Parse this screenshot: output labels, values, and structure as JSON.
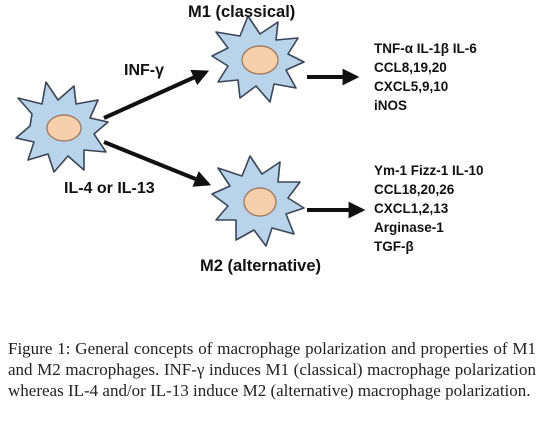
{
  "diagram": {
    "m1_title": "M1 (classical)",
    "m2_title": "M2 (alternative)",
    "inf_label": "INF-γ",
    "il4_label": "IL-4 or IL-13",
    "m1_products": [
      "TNF-α  IL-1β IL-6",
      "CCL8,19,20",
      "CXCL5,9,10",
      "iNOS"
    ],
    "m2_products": [
      "Ym-1  Fizz-1 IL-10",
      "CCL18,20,26",
      "CXCL1,2,13",
      "Arginase-1",
      "TGF-β"
    ],
    "colors": {
      "cell_fill": "#b9d3ea",
      "cell_stroke": "#3a4656",
      "nucleus_fill": "#f6cfad",
      "nucleus_stroke": "#9a7050",
      "arrow": "#111111"
    }
  },
  "caption": {
    "label": "Figure 1:",
    "text": " General concepts of macrophage polarization and properties of M1 and M2 macrophages. INF-γ induces M1 (classical) macrophage polarization whereas IL-4 and/or IL-13 induce M2 (alternative) macrophage polarization."
  }
}
